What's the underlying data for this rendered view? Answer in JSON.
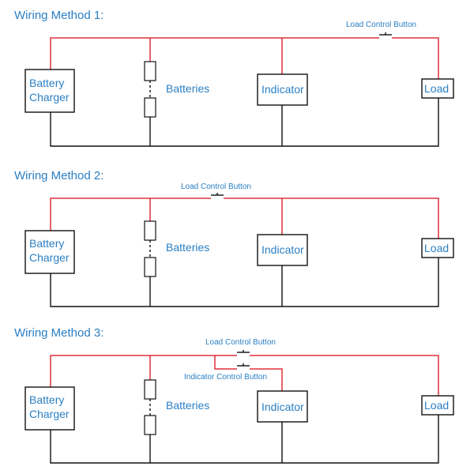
{
  "diagrams": [
    {
      "title": "Wiring Method 1:",
      "charger_line1": "Battery",
      "charger_line2": "Charger",
      "batteries": "Batteries",
      "indicator": "Indicator",
      "load": "Load",
      "load_button": "Load Control Button"
    },
    {
      "title": "Wiring Method 2:",
      "charger_line1": "Battery",
      "charger_line2": "Charger",
      "batteries": "Batteries",
      "indicator": "Indicator",
      "load": "Load",
      "load_button": "Load Control Button"
    },
    {
      "title": "Wiring Method 3:",
      "charger_line1": "Battery",
      "charger_line2": "Charger",
      "batteries": "Batteries",
      "indicator": "Indicator",
      "load": "Load",
      "load_button": "Load Control Button",
      "indicator_button": "Indicator Control Button"
    }
  ],
  "colors": {
    "positive_wire": "#e0303a",
    "negative_wire": "#111111",
    "label_text": "#2a7fc4"
  }
}
